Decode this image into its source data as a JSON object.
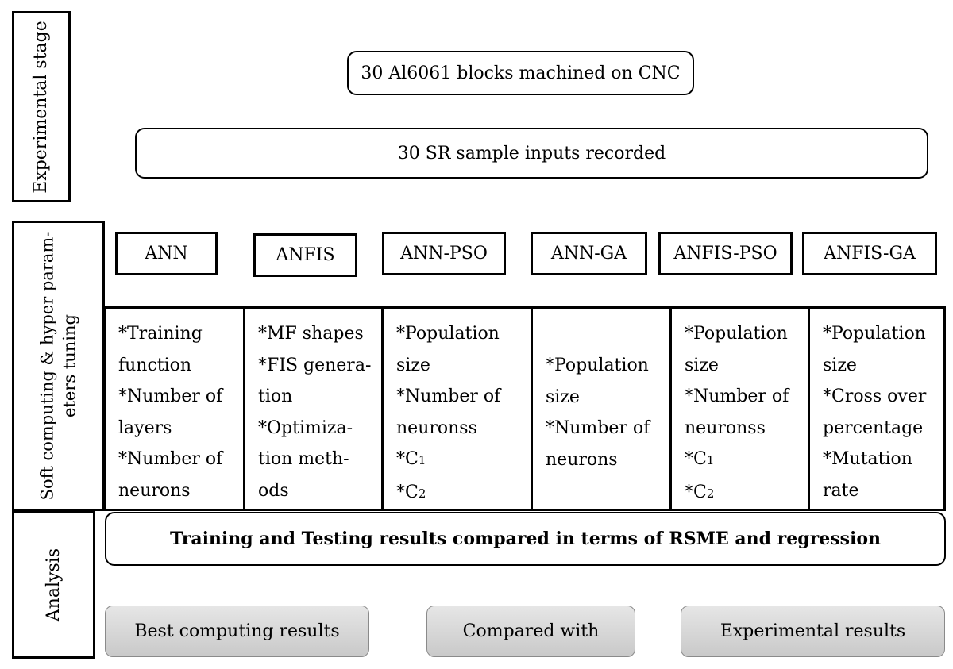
{
  "stages": {
    "experimental": "Experimental stage",
    "soft_computing_line1": "Soft computing & hyper param-",
    "soft_computing_line2": "eters tuning",
    "analysis": "Analysis"
  },
  "experimental": {
    "blocks": "30 Al6061 blocks machined on CNC",
    "samples": "30 SR sample inputs recorded"
  },
  "methods": [
    "ANN",
    "ANFIS",
    "ANN-PSO",
    "ANN-GA",
    "ANFIS-PSO",
    "ANFIS-GA"
  ],
  "parameters": [
    [
      "*Training",
      "function",
      "*Number of",
      "layers",
      "*Number of",
      "neurons"
    ],
    [
      "*MF shapes",
      "*FIS genera-",
      "tion",
      "*Optimiza-",
      "tion meth-",
      "ods"
    ],
    [
      "*Population",
      "size",
      "*Number of",
      "neuronss",
      "*C",
      "*C"
    ],
    [
      "*Population",
      "size",
      "*Number of",
      "neurons"
    ],
    [
      "*Population",
      "size",
      "*Number of",
      "neuronss",
      "*C",
      "*C"
    ],
    [
      "*Population",
      "size",
      "*Cross over",
      "percentage",
      "*Mutation",
      "rate"
    ]
  ],
  "subscripts": {
    "c1": "1",
    "c2": "2"
  },
  "analysis": {
    "comparison": "Training and Testing results compared in terms of RSME and regression",
    "best": "Best computing results",
    "compared_with": "Compared with",
    "experimental_results": "Experimental results"
  }
}
